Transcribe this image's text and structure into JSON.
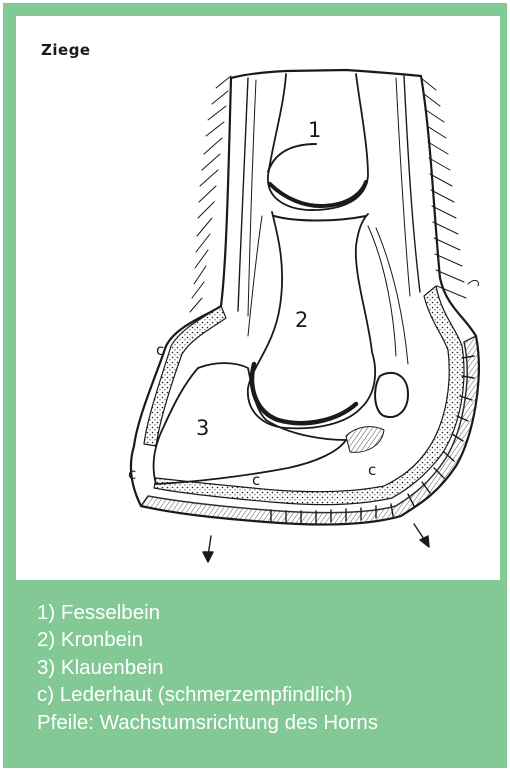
{
  "diagram": {
    "animal_label": "Ziege",
    "part_numbers": [
      "1",
      "2",
      "3"
    ],
    "dermis_marker": "c",
    "legend": [
      "1) Fesselbein",
      "2) Kronbein",
      "3) Klauenbein",
      "c) Lederhaut (schmerzempfindlich)",
      "Pfeile: Wachstumsrichtung des Horns"
    ],
    "colors": {
      "frame": "#82c996",
      "illustration_bg": "#ffffff",
      "legend_text": "#ffffff",
      "ink": "#1a1a1a"
    }
  }
}
